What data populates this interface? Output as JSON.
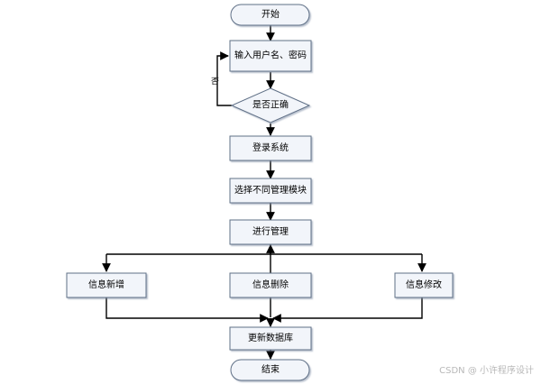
{
  "diagram": {
    "nodes": {
      "start": "开始",
      "input": "输入用户名、密码",
      "check": "是否正确",
      "login": "登录系统",
      "choose": "选择不同管理模块",
      "manage": "进行管理",
      "add": "信息新增",
      "delete": "信息删除",
      "modify": "信息修改",
      "update": "更新数据库",
      "end": "结束"
    },
    "labels": {
      "no": "否"
    }
  },
  "watermark": {
    "text": "CSDN @ 小许程序设计"
  },
  "colors": {
    "node_fill": "#f2f5fa",
    "node_stroke": "#5f6f86",
    "line": "#000000",
    "watermark": "#b8b8b8"
  }
}
